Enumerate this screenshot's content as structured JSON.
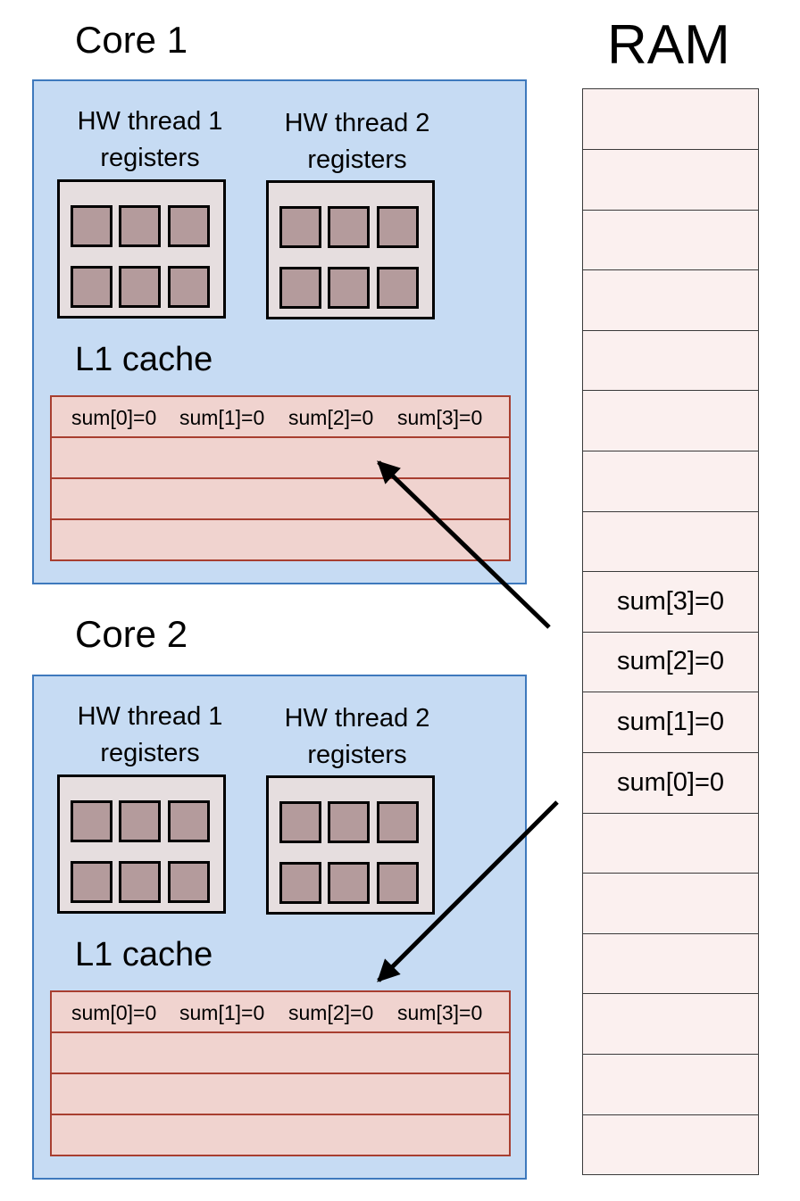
{
  "cores": [
    {
      "title": "Core 1",
      "threads": [
        {
          "line1": "HW thread 1",
          "line2": "registers"
        },
        {
          "line1": "HW thread 2",
          "line2": "registers"
        }
      ],
      "l1_label": "L1 cache",
      "cache_lines": [
        [
          "sum[0]=0",
          "sum[1]=0",
          "sum[2]=0",
          "sum[3]=0"
        ],
        [],
        [],
        []
      ]
    },
    {
      "title": "Core 2",
      "threads": [
        {
          "line1": "HW thread 1",
          "line2": "registers"
        },
        {
          "line1": "HW thread 2",
          "line2": "registers"
        }
      ],
      "l1_label": "L1 cache",
      "cache_lines": [
        [
          "sum[0]=0",
          "sum[1]=0",
          "sum[2]=0",
          "sum[3]=0"
        ],
        [],
        [],
        []
      ]
    }
  ],
  "ram": {
    "title": "RAM",
    "cells": [
      "",
      "",
      "",
      "",
      "",
      "",
      "",
      "",
      "sum[3]=0",
      "sum[2]=0",
      "sum[1]=0",
      "sum[0]=0",
      "",
      "",
      "",
      "",
      "",
      ""
    ]
  },
  "colors": {
    "core_fill": "#c6dbf3",
    "core_border": "#3e79bd",
    "register_cell": "#b49b9c",
    "cache_fill": "#f0d3cf",
    "cache_border": "#a83e30",
    "ram_fill": "#fbf0ef"
  }
}
